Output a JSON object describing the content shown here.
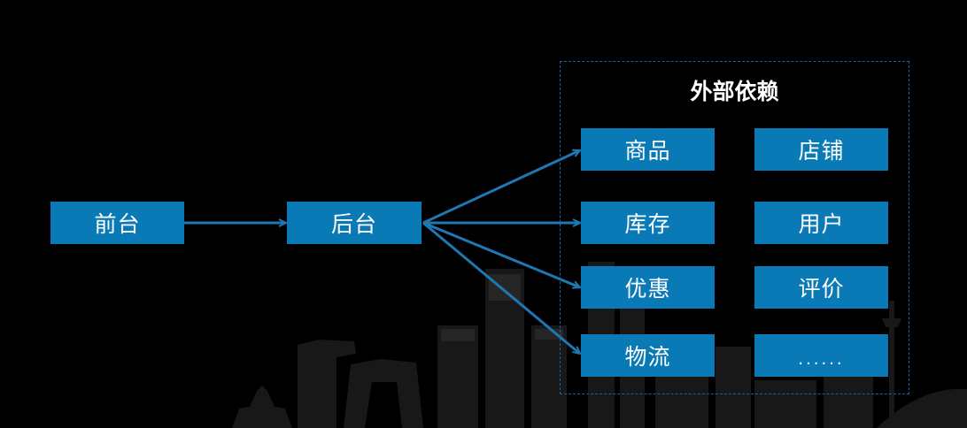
{
  "colors": {
    "background": "#000000",
    "node_fill": "#0a7ab6",
    "arrow": "#1f78b4",
    "dashed_border": "#1d5fa8",
    "skyline": "#1a1a1a"
  },
  "nodes": {
    "frontend": "前台",
    "backend": "后台"
  },
  "group": {
    "title": "外部依赖",
    "items": [
      "商品",
      "店铺",
      "库存",
      "用户",
      "优惠",
      "评价",
      "物流",
      "......"
    ]
  }
}
